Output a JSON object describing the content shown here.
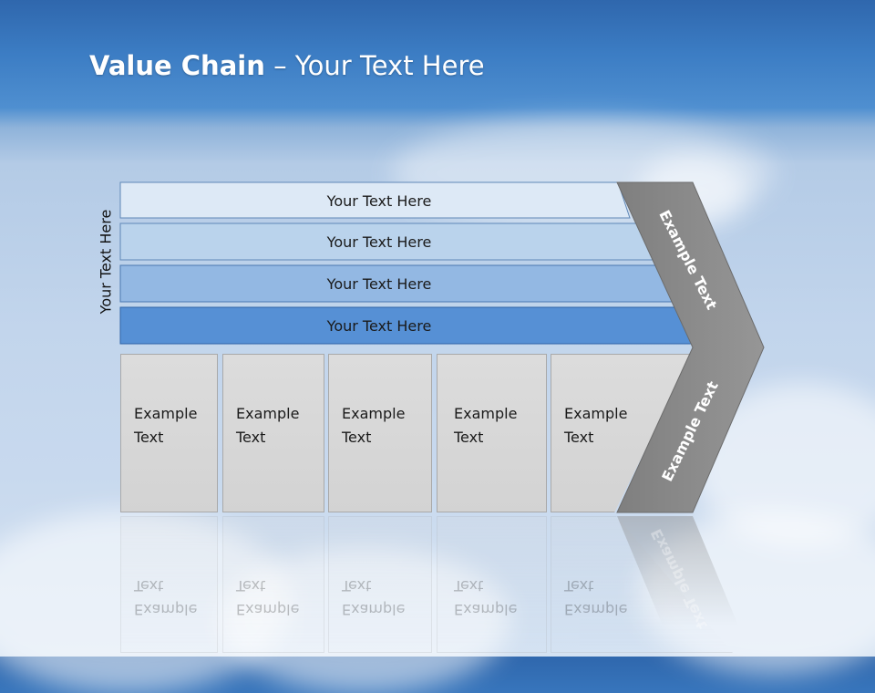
{
  "slide": {
    "title_bold": "Value Chain",
    "title_rest": " – Your Text Here",
    "vertical_label": "Your Text Here"
  },
  "rows": [
    {
      "label": "Your Text Here",
      "fill": "#dde9f6",
      "stroke": "#5f87b7"
    },
    {
      "label": "Your Text Here",
      "fill": "#bad3ec",
      "stroke": "#5f87b7"
    },
    {
      "label": "Your Text Here",
      "fill": "#93b8e3",
      "stroke": "#4b79b1"
    },
    {
      "label": "Your Text Here",
      "fill": "#5690d5",
      "stroke": "#2f64a8"
    }
  ],
  "boxes": [
    {
      "line1": "Example",
      "line2": "Text"
    },
    {
      "line1": "Example",
      "line2": "Text"
    },
    {
      "line1": "Example",
      "line2": "Text"
    },
    {
      "line1": "Example",
      "line2": "Text"
    },
    {
      "line1": "Example",
      "line2": "Text"
    }
  ],
  "chevron": {
    "upper_label": "Example Text",
    "lower_label": "Example Text",
    "fill": "#8c8c8c"
  }
}
